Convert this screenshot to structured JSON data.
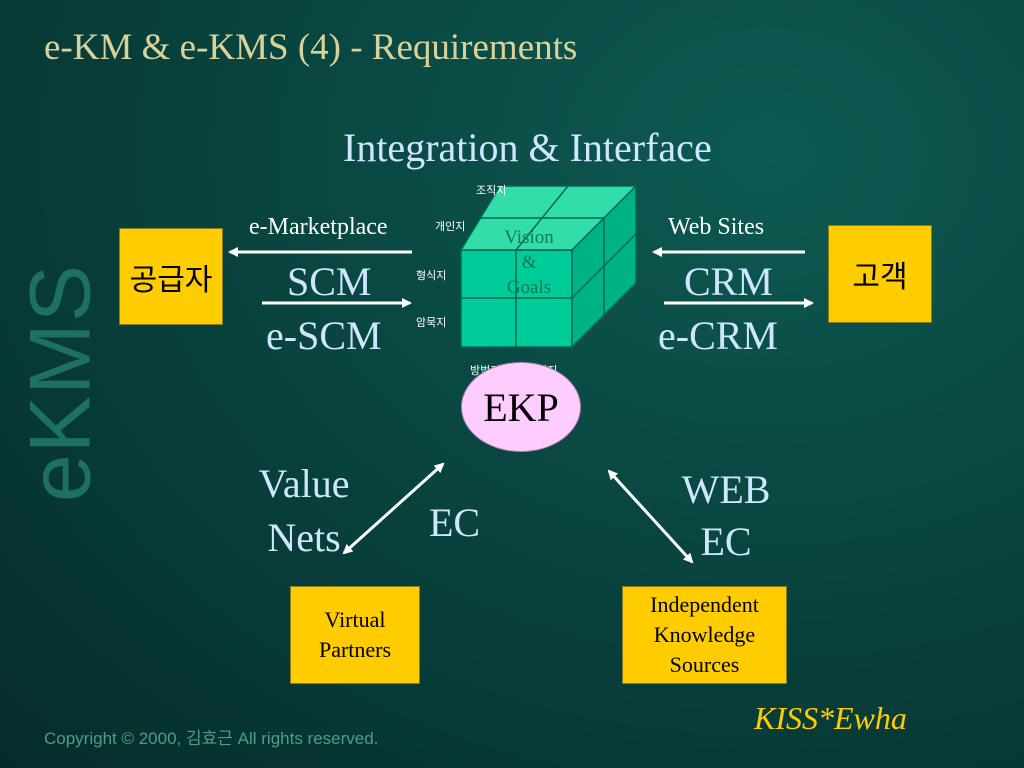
{
  "title": "e-KM & e-KMS (4) - Requirements",
  "side_text": "eKMS",
  "heading": "Integration & Interface",
  "left": {
    "box": "공급자",
    "label": "e-Marketplace",
    "line1": "SCM",
    "line2": "e-SCM"
  },
  "right": {
    "box": "고객",
    "label": "Web Sites",
    "line1": "CRM",
    "line2": "e-CRM"
  },
  "cube": {
    "face_line1": "Vision",
    "face_line2": "&",
    "face_line3": "Goals",
    "axis_top": "조직지",
    "axis_left_top": "개인지",
    "axis_left_mid": "형식지",
    "axis_left_bottom": "암묵지",
    "axis_bottom_left": "방법지",
    "axis_bottom_right": "사실지"
  },
  "center": "EKP",
  "lower_left": {
    "label_line1": "Value",
    "label_line2": "Nets",
    "ec": "EC",
    "box_line1": "Virtual",
    "box_line2": "Partners"
  },
  "lower_right": {
    "label_line1": "WEB",
    "label_line2": "EC",
    "box_line1": "Independent",
    "box_line2": "Knowledge",
    "box_line3": "Sources"
  },
  "copyright": "Copyright © 2000, 김효근  All rights reserved.",
  "brand": "KISS*Ewha",
  "colors": {
    "title": "#d9d29a",
    "heading": "#cfe6ff",
    "box_fill": "#ffcc00",
    "cube_fill": "#00cc99",
    "ekp_fill": "#ffccff",
    "brand": "#ffcc00"
  }
}
